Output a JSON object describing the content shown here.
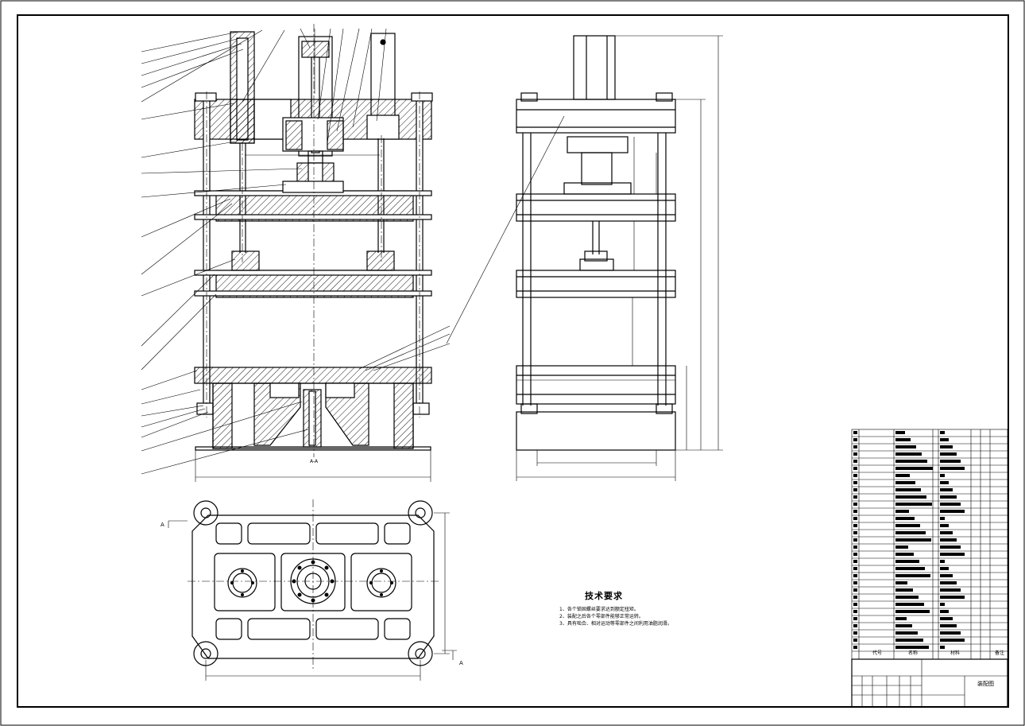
{
  "section_label": "A-A",
  "view_marker_letter": "A",
  "tech_requirements": {
    "title": "技术要求",
    "items": [
      "1、各个锁固螺丝要求达到额定扭矩。",
      "2、装配之后各个零部件能够正常运转。",
      "3、具有啮合、相对运动等零部件之间利用油脂润滑。"
    ]
  },
  "title_block": {
    "col_code": "代号",
    "col_name": "名称",
    "col_material": "材料",
    "col_remark": "备注",
    "drawing_name": "装配图"
  },
  "colors": {
    "line": "#000000",
    "hatch": "#000000",
    "paper": "#ffffff"
  }
}
